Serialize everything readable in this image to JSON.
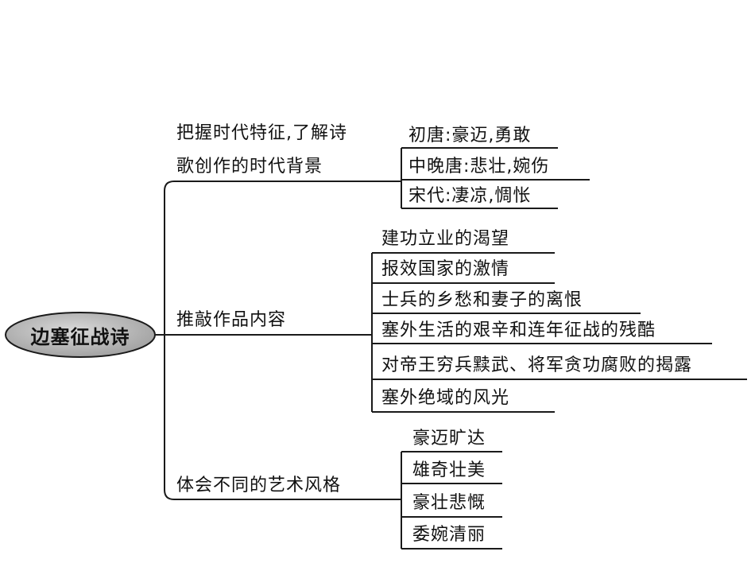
{
  "center": {
    "label": "边塞征战诗"
  },
  "branches": [
    {
      "label_lines": [
        "把握时代特征,了解诗",
        "歌创作的时代背景"
      ],
      "items": [
        "初唐:豪迈,勇敢",
        "中晚唐:悲壮,婉伤",
        "宋代:凄凉,惆怅"
      ]
    },
    {
      "label_lines": [
        "推敲作品内容"
      ],
      "items": [
        "建功立业的渴望",
        "报效国家的激情",
        "士兵的乡愁和妻子的离恨",
        "塞外生活的艰辛和连年征战的残酷",
        "对帝王穷兵黩武、将军贪功腐败的揭露",
        "塞外绝域的风光"
      ]
    },
    {
      "label_lines": [
        "体会不同的艺术风格"
      ],
      "items": [
        "豪迈旷达",
        "雄奇壮美",
        "豪壮悲慨",
        "委婉清丽"
      ]
    }
  ],
  "colors": {
    "line": "#1a1a1a",
    "ellipse_fill": "#b8b8b8",
    "text": "#111111"
  }
}
